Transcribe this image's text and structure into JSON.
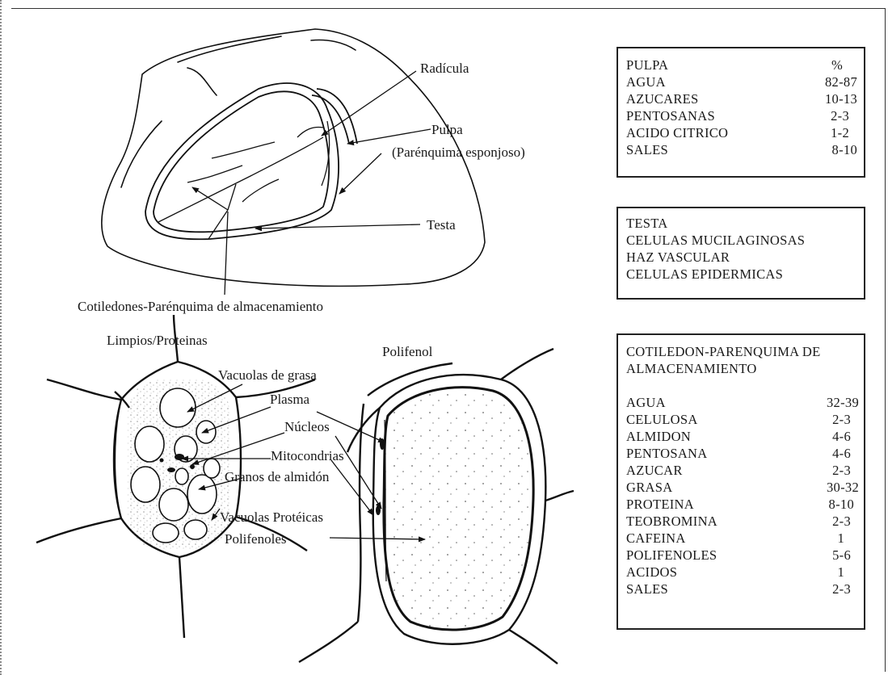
{
  "labels": {
    "radicula": "Radícula",
    "pulpa": "Pulpa",
    "parenquima_esponjoso": "(Parénquima esponjoso)",
    "testa": "Testa",
    "cotiledones": "Cotiledones-Parénquima de almacenamiento",
    "limpios_proteinas": "Limpios/Proteinas",
    "polifenol": "Polifenol",
    "vacuolas_grasa": "Vacuolas de grasa",
    "plasma": "Plasma",
    "nucleos": "Núcleos",
    "mitocondrias": "Mitocondrias",
    "granos_almidon": "Granos de almidón",
    "vacuolas_proteicas": "Vacuolas Protéicas",
    "polifenoles": "Polifenoles"
  },
  "pulpa_table": {
    "title": "PULPA",
    "unit": "%",
    "rows": [
      {
        "name": "AGUA",
        "value": "82-87"
      },
      {
        "name": "AZUCARES",
        "value": "10-13"
      },
      {
        "name": "PENTOSANAS",
        "value": "2-3"
      },
      {
        "name": "ACIDO CITRICO",
        "value": "1-2"
      },
      {
        "name": "SALES",
        "value": "8-10"
      }
    ]
  },
  "testa_box": {
    "lines": [
      "TESTA",
      "CELULAS MUCILAGINOSAS",
      "HAZ VASCULAR",
      "CELULAS EPIDERMICAS"
    ]
  },
  "cotiledon_table": {
    "title_line1": "COTILEDON-PARENQUIMA DE",
    "title_line2": "ALMACENAMIENTO",
    "rows": [
      {
        "name": "AGUA",
        "value": "32-39"
      },
      {
        "name": "CELULOSA",
        "value": "2-3"
      },
      {
        "name": "ALMIDON",
        "value": "4-6"
      },
      {
        "name": "PENTOSANA",
        "value": "4-6"
      },
      {
        "name": "AZUCAR",
        "value": "2-3"
      },
      {
        "name": "GRASA",
        "value": "30-32"
      },
      {
        "name": "PROTEINA",
        "value": "8-10"
      },
      {
        "name": "TEOBROMINA",
        "value": "2-3"
      },
      {
        "name": "CAFEINA",
        "value": "1"
      },
      {
        "name": "POLIFENOLES",
        "value": "5-6"
      },
      {
        "name": "ACIDOS",
        "value": "1"
      },
      {
        "name": "SALES",
        "value": "2-3"
      }
    ]
  }
}
